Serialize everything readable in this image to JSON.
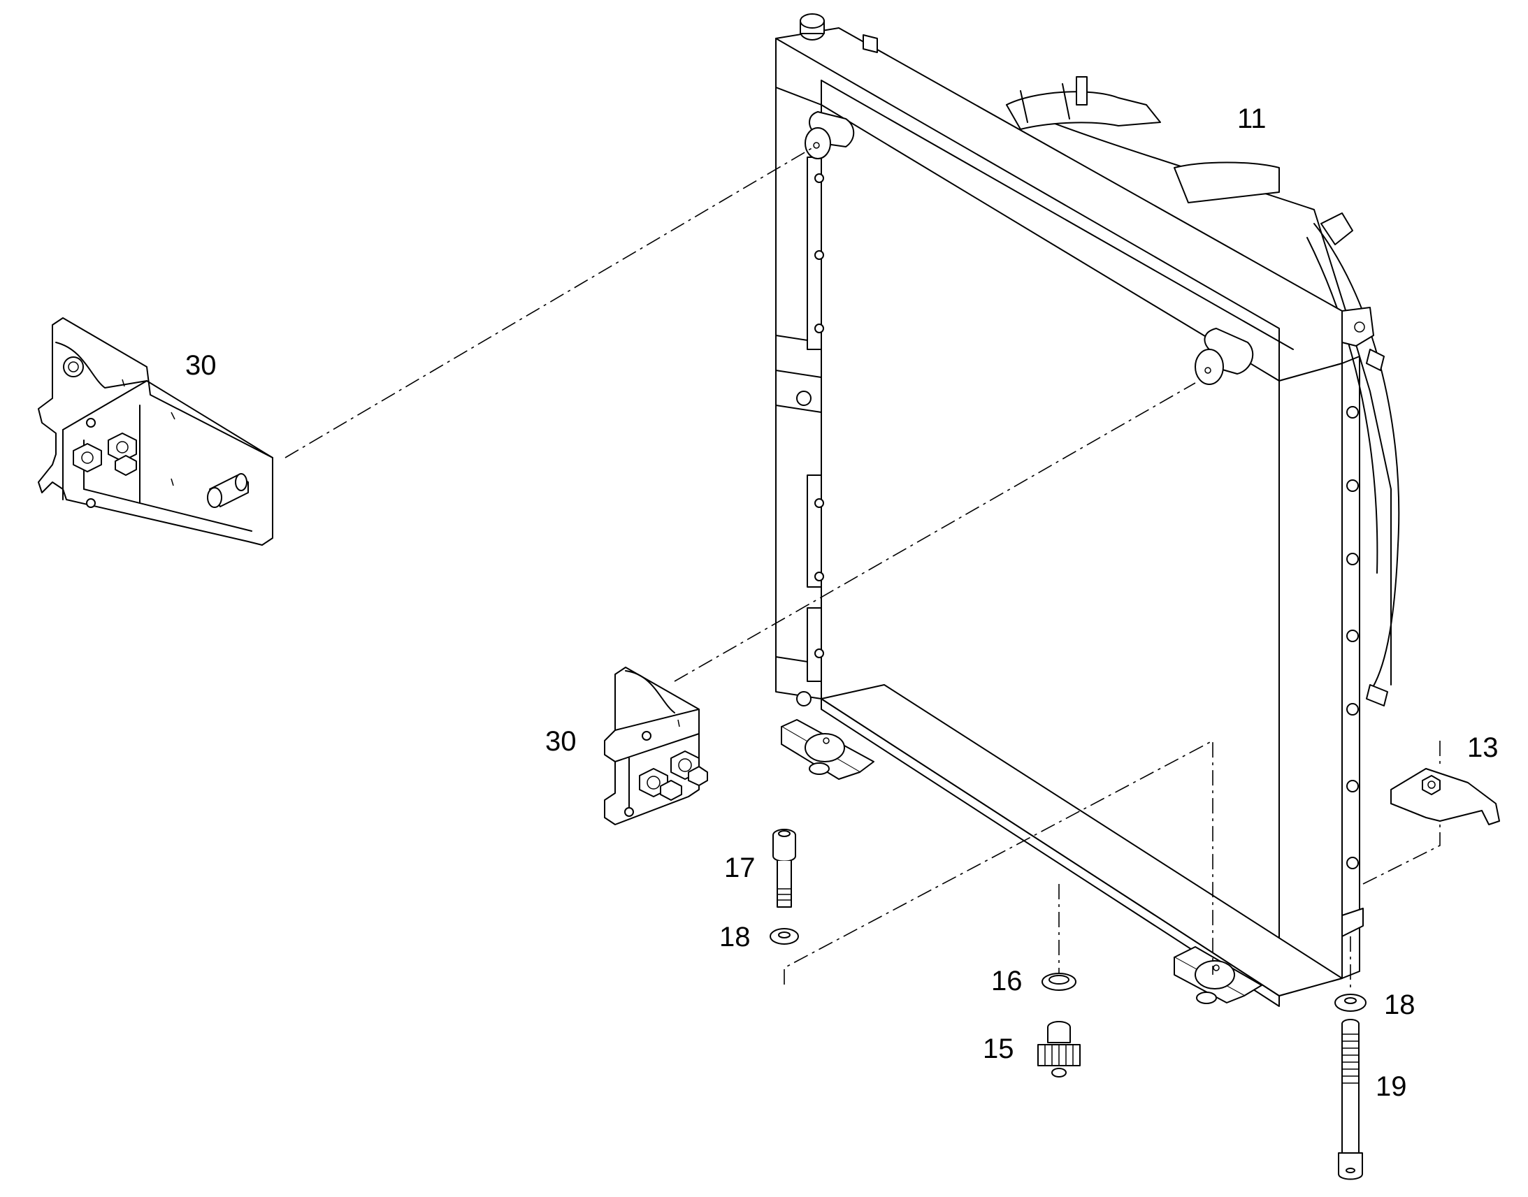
{
  "diagram": {
    "callouts": {
      "c11": "11",
      "c30_upper": "30",
      "c30_lower": "30",
      "c13": "13",
      "c17": "17",
      "c18_left": "18",
      "c16": "16",
      "c15": "15",
      "c18_right": "18",
      "c19": "19"
    },
    "colors": {
      "line": "#000000",
      "background": "#ffffff"
    }
  }
}
